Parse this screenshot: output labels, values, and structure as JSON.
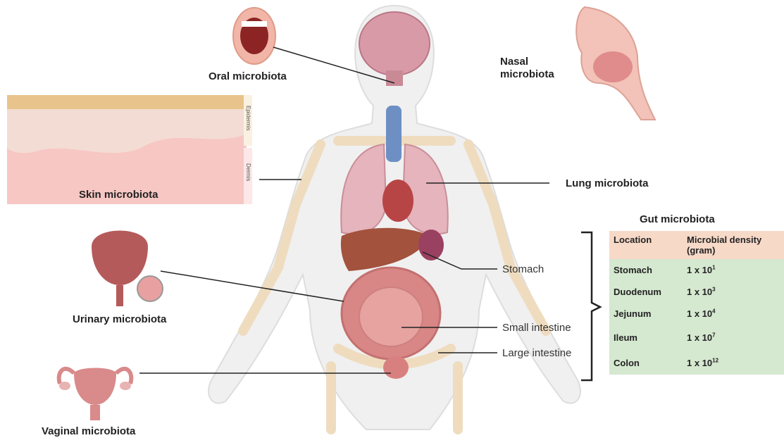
{
  "labels": {
    "oral": "Oral microbiota",
    "nasal_line1": "Nasal",
    "nasal_line2": "microbiota",
    "skin": "Skin microbiota",
    "lung": "Lung microbiota",
    "urinary": "Urinary microbiota",
    "vaginal": "Vaginal microbiota"
  },
  "skin_layers": {
    "epidermis": "Epidermis",
    "dermis": "Dermis"
  },
  "organs": {
    "stomach": "Stomach",
    "small_intestine": "Small intestine",
    "large_intestine": "Large intestine"
  },
  "gut_table": {
    "title": "Gut microbiota",
    "headers": [
      "Location",
      "Microbial density (gram)"
    ],
    "rows": [
      {
        "location": "Stomach",
        "base": "1 x 10",
        "exp": "1"
      },
      {
        "location": "Duodenum",
        "base": "1 x 10",
        "exp": "3"
      },
      {
        "location": "Jejunum",
        "base": "1 x 10",
        "exp": "4"
      },
      {
        "location": "Ileum",
        "base": "1 x 10",
        "exp": "7"
      },
      {
        "location": "Colon",
        "base": "1 x 10",
        "exp": "12"
      }
    ]
  },
  "colors": {
    "body_outline": "#dcdcdc",
    "skeleton": "#efdcbf",
    "organ": "#e8a4a4",
    "trachea": "#6d8fc4",
    "table_header": "#f7d9c8",
    "table_body": "#d5e8d0"
  }
}
